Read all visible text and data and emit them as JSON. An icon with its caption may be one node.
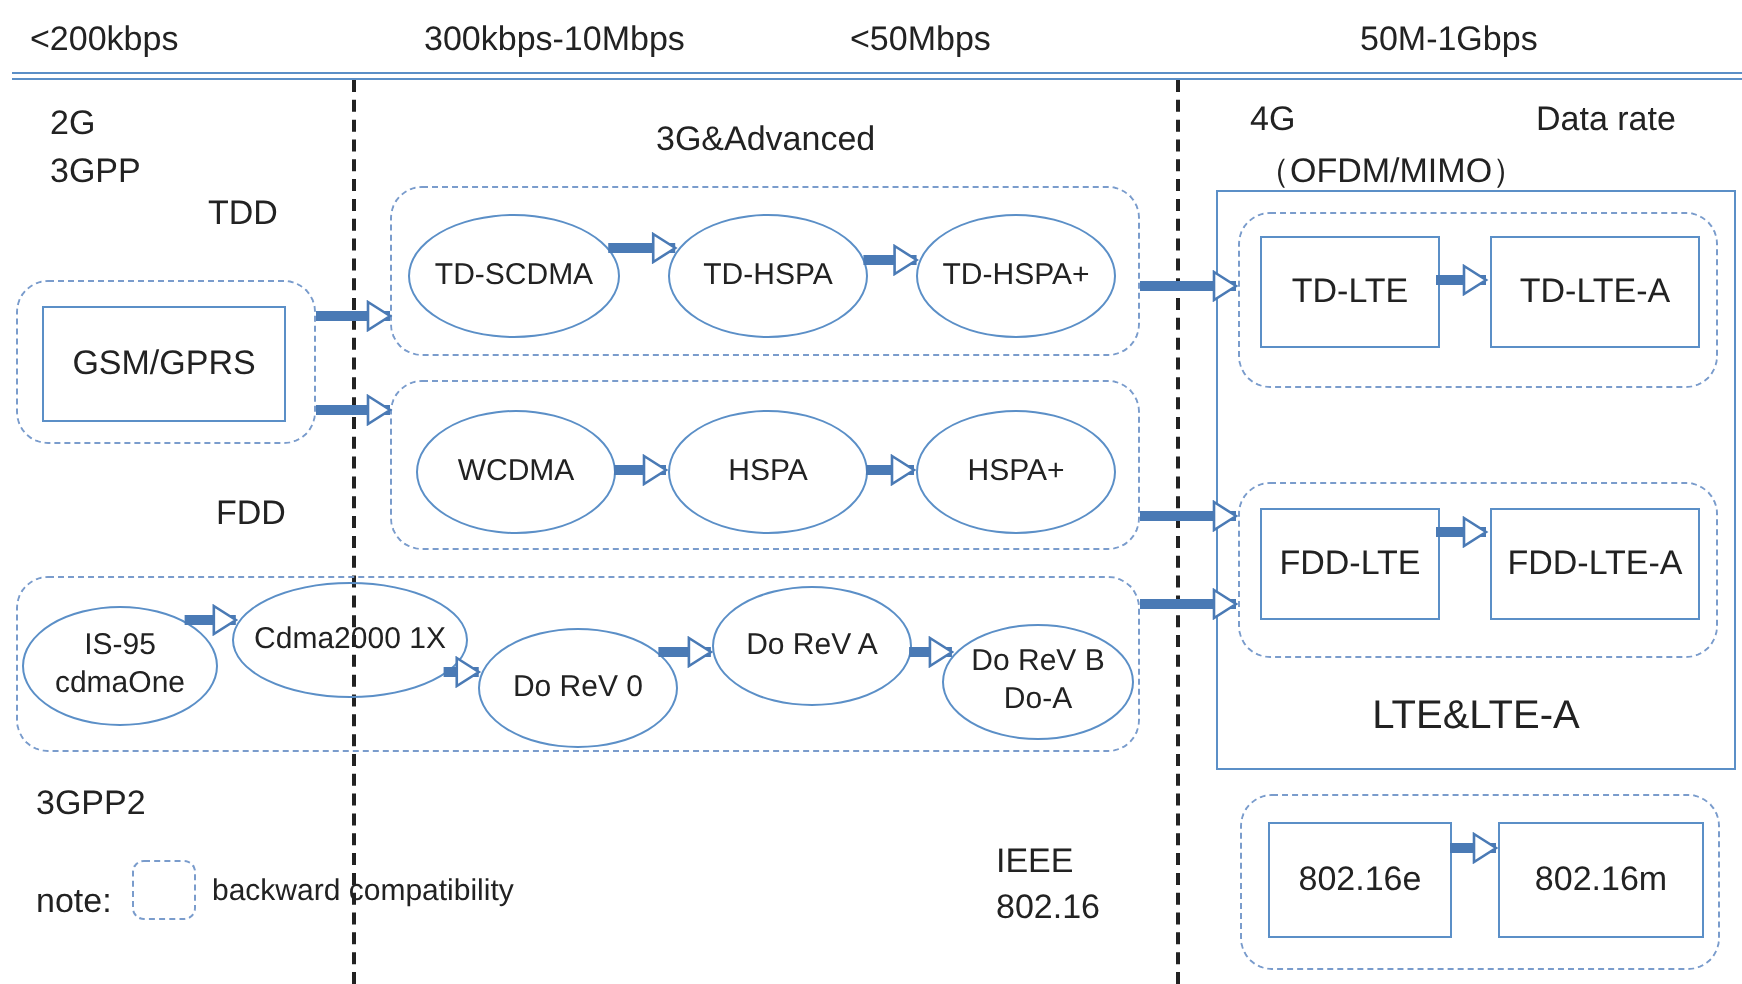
{
  "diagram": {
    "nodes": [
      {
        "text": [],
        "shape": "box"
      },
      {
        "text": [
          "GSM/GPRS"
        ],
        "in": 0
      },
      {
        "text": [],
        "shape": "box"
      },
      {
        "text": [
          "TD-SCDMA"
        ],
        "in": 2
      },
      {
        "text": [
          "TD-HSPA"
        ],
        "in": 2
      },
      {
        "text": [
          "TD-HSPA+"
        ],
        "in": 2
      },
      {
        "text": [],
        "shape": "box"
      },
      {
        "text": [
          "WCDMA"
        ],
        "in": 6
      },
      {
        "text": [
          "HSPA"
        ],
        "in": 6
      },
      {
        "text": [
          "HSPA+"
        ],
        "in": 6
      },
      {
        "text": [],
        "shape": "box"
      },
      {
        "text": [
          "IS-95 cdmaOne"
        ],
        "in": 10
      },
      {
        "text": [
          "Cdma2000 1X"
        ],
        "in": 10
      },
      {
        "text": [
          "Do ReV 0"
        ],
        "in": 10
      },
      {
        "text": [
          "Do ReV A"
        ],
        "in": 10
      },
      {
        "text": [
          "Do ReV B Do-A"
        ],
        "in": 10
      },
      {
        "text": [
          "LTE&LTE-A"
        ]
      },
      {
        "text": [],
        "shape": "box",
        "in": 16
      },
      {
        "text": [
          "TD-LTE"
        ],
        "in": 17
      },
      {
        "text": [
          "TD-LTE-A"
        ],
        "in": 17
      },
      {
        "text": [],
        "shape": "box",
        "in": 16
      },
      {
        "text": [
          "FDD-LTE"
        ],
        "in": 20
      },
      {
        "text": [
          "FDD-LTE-A"
        ],
        "in": 20
      },
      {
        "text": [],
        "shape": "box"
      },
      {
        "text": [
          "802.16e"
        ],
        "in": 23
      },
      {
        "text": [
          "802.16m"
        ],
        "in": 23
      }
    ],
    "edges": [
      {
        "from": 0,
        "to": 2,
        "arrow": "to"
      },
      {
        "from": 0,
        "to": 6,
        "arrow": "to"
      },
      {
        "from": 3,
        "to": 4,
        "arrow": "to"
      },
      {
        "from": 4,
        "to": 5,
        "arrow": "to"
      },
      {
        "from": 7,
        "to": 8,
        "arrow": "to"
      },
      {
        "from": 8,
        "to": 9,
        "arrow": "to"
      },
      {
        "from": 11,
        "to": 12,
        "arrow": "to"
      },
      {
        "from": 12,
        "to": 13,
        "arrow": "to"
      },
      {
        "from": 13,
        "to": 14,
        "arrow": "to"
      },
      {
        "from": 14,
        "to": 15,
        "arrow": "to"
      },
      {
        "from": 2,
        "to": 17,
        "arrow": "to"
      },
      {
        "from": 6,
        "to": 20,
        "arrow": "to"
      },
      {
        "from": 10,
        "to": 20,
        "arrow": "to"
      },
      {
        "from": 18,
        "to": 19,
        "arrow": "to"
      },
      {
        "from": 21,
        "to": 22,
        "arrow": "to"
      },
      {
        "from": 24,
        "to": 25,
        "arrow": "to"
      }
    ],
    "labels": [
      "<200kbps",
      "300kbps-10Mbps",
      "<50Mbps",
      "50M-1Gbps",
      "2G",
      "3GPP",
      "3G&Advanced",
      "4G",
      "Data rate",
      "（OFDM/MIMO）",
      "TDD",
      "FDD",
      "3GPP2",
      "note:",
      "IEEE 802.16"
    ],
    "legend": [
      {
        "text": "backward compatibility"
      }
    ]
  }
}
